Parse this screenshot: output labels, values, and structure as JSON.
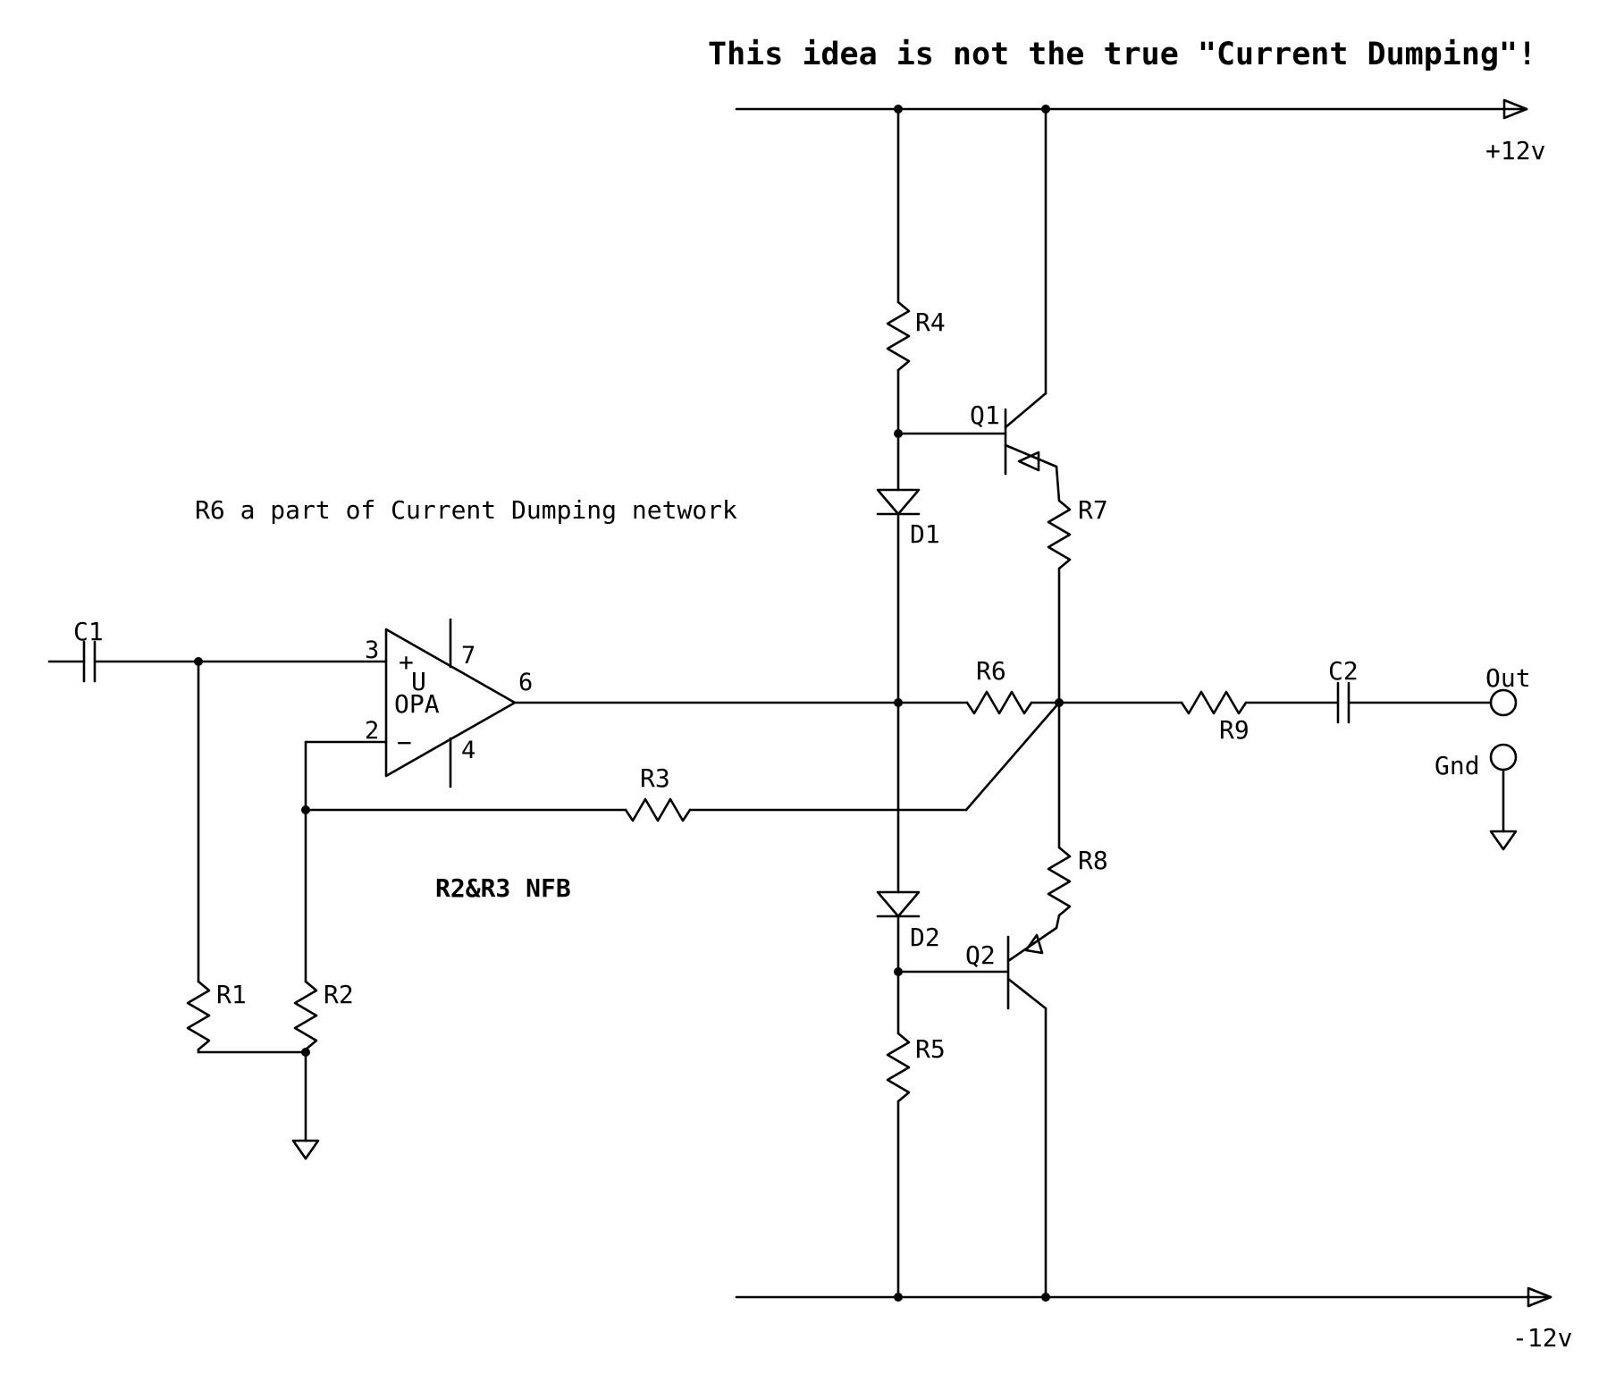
{
  "title": "This idea is not the true \"Current Dumping\"!",
  "notes": {
    "r6_note": "R6 a part of Current Dumping network",
    "nfb_note": "R2&R3 NFB"
  },
  "rails": {
    "positive": "+12v",
    "negative": "-12v"
  },
  "components": {
    "c1": "C1",
    "c2": "C2",
    "r1": "R1",
    "r2": "R2",
    "r3": "R3",
    "r4": "R4",
    "r5": "R5",
    "r6": "R6",
    "r7": "R7",
    "r8": "R8",
    "r9": "R9",
    "d1": "D1",
    "d2": "D2",
    "q1": "Q1",
    "q2": "Q2"
  },
  "opamp": {
    "plus": "+",
    "minus": "−",
    "unit": "U",
    "name": "OPA",
    "pin_noninv": "3",
    "pin_inv": "2",
    "pin_out": "6",
    "pin_vpos": "7",
    "pin_vneg": "4"
  },
  "terminals": {
    "out": "Out",
    "gnd": "Gnd"
  }
}
